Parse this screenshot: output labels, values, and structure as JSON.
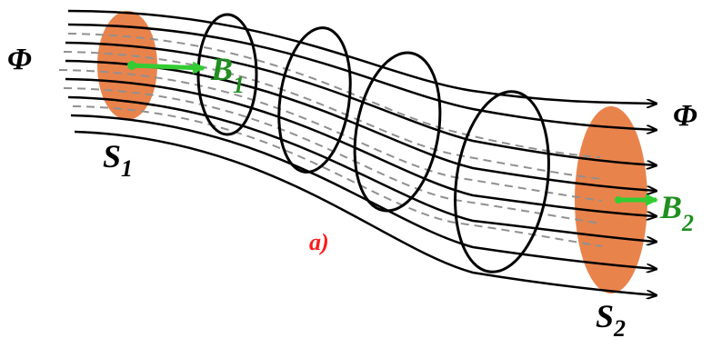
{
  "labels": {
    "flux_left": "Φ",
    "flux_right": "Φ",
    "s1_letter": "S",
    "s1_sub": "1",
    "s2_letter": "S",
    "s2_sub": "2",
    "b1_letter": "B",
    "b1_sub": "1",
    "b2_letter": "B",
    "b2_sub": "2",
    "caption": "a)"
  },
  "colors": {
    "field_line": "#000000",
    "dashed_line": "#909090",
    "surface_fill": "#e9834c",
    "vector": "#33cc33",
    "vector_text": "#1f8f1f",
    "caption": "#ff1a1a",
    "text": "#000000"
  }
}
